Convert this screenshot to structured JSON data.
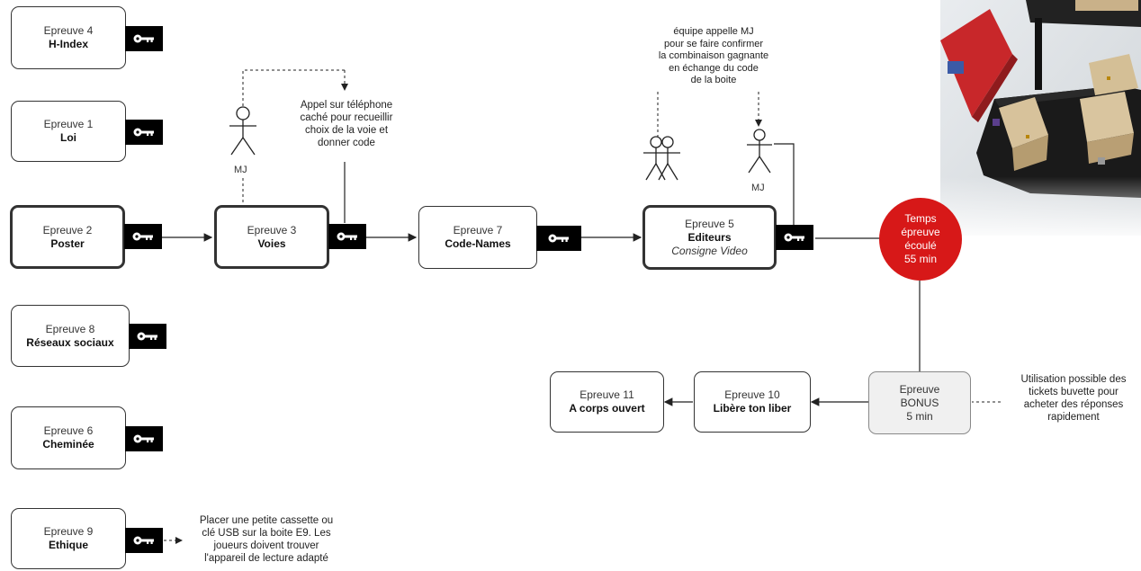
{
  "boxes": {
    "e4": {
      "title": "Epreuve 4",
      "subtitle": "H-Index"
    },
    "e1": {
      "title": "Epreuve 1",
      "subtitle": "Loi"
    },
    "e2": {
      "title": "Epreuve 2",
      "subtitle": "Poster"
    },
    "e8": {
      "title": "Epreuve 8",
      "subtitle": "Réseaux sociaux"
    },
    "e6": {
      "title": "Epreuve 6",
      "subtitle": "Cheminée"
    },
    "e9": {
      "title": "Epreuve 9",
      "subtitle": "Ethique"
    },
    "e3": {
      "title": "Epreuve 3",
      "subtitle": "Voies"
    },
    "e7": {
      "title": "Epreuve 7",
      "subtitle": "Code-Names"
    },
    "e5": {
      "title": "Epreuve 5",
      "subtitle": "Editeurs",
      "detail": "Consigne Video"
    },
    "bonus": {
      "title": "Epreuve",
      "subtitle": "BONUS",
      "detail": "5 min"
    },
    "e10": {
      "title": "Epreuve 10",
      "subtitle": "Libère ton liber"
    },
    "e11": {
      "title": "Epreuve 11",
      "subtitle": "A corps ouvert"
    }
  },
  "timer": {
    "lines": [
      "Temps",
      "épreuve",
      "écoulé",
      "55 min"
    ],
    "color": "#d71818"
  },
  "actors": {
    "mj_left": "MJ",
    "mj_right": "MJ"
  },
  "notes": {
    "phone": [
      "Appel sur téléphone",
      "caché pour recueillir",
      "choix de la voie et",
      "donner code"
    ],
    "confirm": [
      "équipe appelle MJ",
      "pour se faire confirmer",
      "la combinaison gagnante",
      "en échange du code",
      "de la boite"
    ],
    "buvette": [
      "Utilisation possible des",
      "tickets buvette pour",
      "acheter des réponses",
      "rapidement"
    ],
    "cassette": [
      "Placer une petite cassette ou",
      "clé USB sur la boite E9. Les",
      "joueurs doivent trouver",
      "l'appareil de lecture adapté"
    ]
  },
  "icons": {
    "key": "key-icon",
    "actor": "stick-figure-icon"
  }
}
